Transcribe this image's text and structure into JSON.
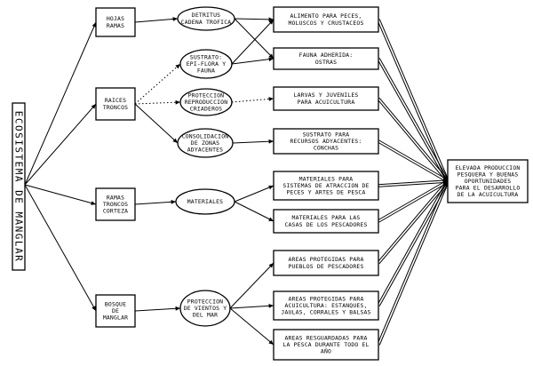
{
  "root": "ECOSISTEMA DE MANGLAR",
  "nodes": {
    "a1": [
      "HOJAS",
      "RAMAS"
    ],
    "a2": [
      "RAICES",
      "TRONCOS"
    ],
    "a3": [
      "RAMAS",
      "TRONCOS",
      "CORTEZA"
    ],
    "a4": [
      "BOSQUE",
      "DE",
      "MANGLAR"
    ],
    "b1": [
      "DETRITUS",
      "CADENA TROFICA"
    ],
    "b2": [
      "SUSTRATO:",
      "EPI-FLORA Y",
      "FAUNA"
    ],
    "b3": [
      "PROTECCION",
      "REPRODUCCION",
      "CRIADEROS"
    ],
    "b4": [
      "CONSOLIDACION",
      "DE ZONAS",
      "ADYACENTES"
    ],
    "b5": [
      "MATERIALES"
    ],
    "b6": [
      "PROTECCION",
      "DE VIENTOS Y",
      "DEL  MAR"
    ],
    "c1": [
      "ALIMENTO PARA PECES,",
      "MOLUSCOS Y CRUSTACEOS"
    ],
    "c2": [
      "FAUNA ADHERIDA:",
      "OSTRAS"
    ],
    "c3": [
      "LARVAS Y JUVENILES",
      "PARA ACUICULTURA"
    ],
    "c4": [
      "SUSTRATO PARA",
      "RECURSOS ADYACENTES:",
      "CONCHAS"
    ],
    "c5": [
      "MATERIALES PARA",
      "SISTEMAS DE ATRACCION DE",
      "PECES Y ARTES DE PESCA"
    ],
    "c6": [
      "MATERIALES PARA LAS",
      "CASAS DE LOS PESCADORES"
    ],
    "c7": [
      "AREAS PROTEGIDAS PARA",
      "PUEBLOS DE PESCADORES"
    ],
    "c8": [
      "AREAS PROTEGIDAS PARA",
      "ACUICULTURA: ESTANQUES,",
      "JAULAS, CORRALES Y BALSAS"
    ],
    "c9": [
      "AREAS RESGUARDADAS PARA",
      "LA PESCA DURANTE TODO EL",
      "AÑO"
    ],
    "d1": [
      "ELEVADA PRODUCCION",
      "PESQUERA Y BUENAS",
      "OPORTUNIDADES",
      "PARA EL DESARROLLO",
      "DE LA ACUICULTURA"
    ]
  }
}
